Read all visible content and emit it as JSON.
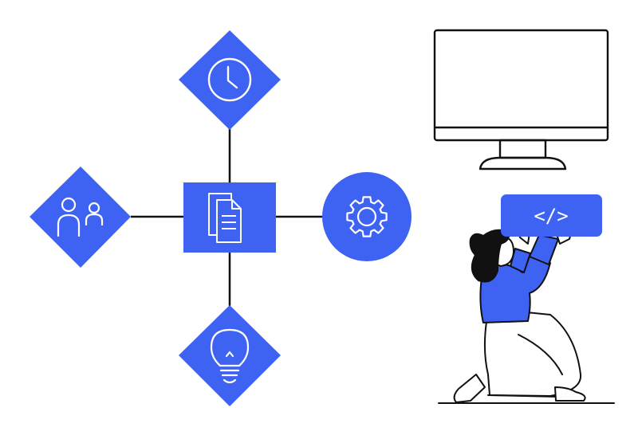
{
  "colors": {
    "accent": "#3e63f2",
    "line": "#111111",
    "icon_stroke": "#ffffff",
    "background": "#ffffff"
  },
  "nodes": {
    "center": {
      "shape": "square",
      "icon": "document-icon"
    },
    "top": {
      "shape": "diamond",
      "icon": "clock-icon"
    },
    "left": {
      "shape": "diamond",
      "icon": "users-icon"
    },
    "bottom": {
      "shape": "diamond",
      "icon": "lightbulb-icon"
    },
    "right": {
      "shape": "circle",
      "icon": "gear-icon"
    }
  },
  "illustration": {
    "monitor_icon": "monitor-icon",
    "code_badge_text": "</>",
    "person": "kneeling-woman-holding-code-badge"
  }
}
